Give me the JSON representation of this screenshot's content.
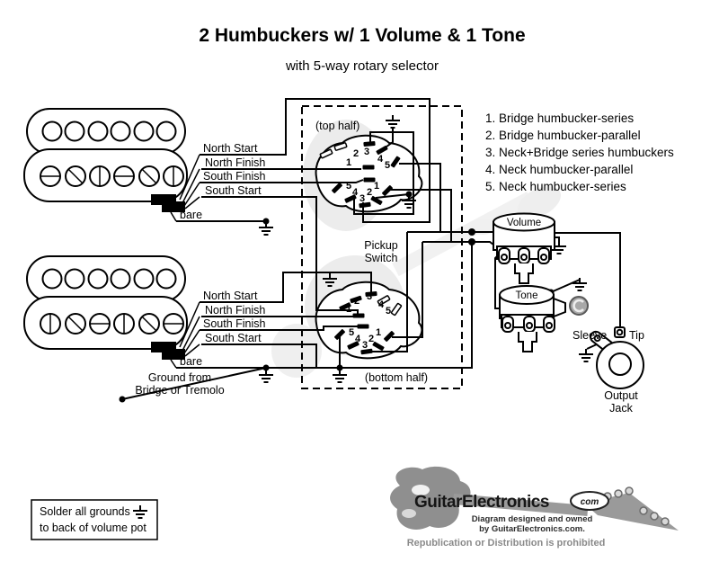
{
  "title": "2 Humbuckers w/ 1 Volume & 1 Tone",
  "subtitle": "with 5-way rotary selector",
  "selector_positions": [
    "1. Bridge humbucker-series",
    "2. Bridge humbucker-parallel",
    "3. Neck+Bridge series humbuckers",
    "4. Neck humbucker-parallel",
    "5. Neck humbucker-series"
  ],
  "neck_pickup": {
    "wire_labels": [
      "North Start",
      "North Finish",
      "South Finish",
      "South Start",
      "bare"
    ]
  },
  "bridge_pickup": {
    "wire_labels": [
      "North Start",
      "North Finish",
      "South Finish",
      "South Start",
      "bare"
    ],
    "ground_note": [
      "Ground from",
      "Bridge or Tremolo"
    ]
  },
  "pickup_switch": {
    "name": [
      "Pickup",
      "Switch"
    ],
    "top_half_label": "(top half)",
    "bottom_half_label": "(bottom half)",
    "top_half": {
      "upper_terminals": [
        "1",
        "2",
        "3",
        "4",
        "5"
      ],
      "lower_terminals": [
        "5",
        "4",
        "3",
        "2",
        "1"
      ]
    },
    "bottom_half": {
      "upper_terminals": [
        "1",
        "2",
        "3",
        "4",
        "5"
      ],
      "lower_terminals": [
        "5",
        "4",
        "3",
        "2",
        "1"
      ]
    }
  },
  "controls": {
    "volume_label": "Volume",
    "tone_label": "Tone"
  },
  "output_jack": {
    "sleeve_label": "Sleeve",
    "tip_label": "Tip",
    "caption": [
      "Output",
      "Jack"
    ]
  },
  "note_box": {
    "lines": [
      "Solder all grounds",
      "to back of volume pot"
    ]
  },
  "branding": {
    "logo_text": "GuitarElectronics",
    "logo_badge": "com",
    "credit_lines": [
      "Diagram designed and owned",
      "by GuitarElectronics.com."
    ],
    "notice": "Republication or Distribution is prohibited"
  },
  "colors": {
    "ink": "#000000",
    "background": "#ffffff",
    "watermark": "#e6e6e6",
    "logo_gray": "#909090",
    "notice_gray": "#8a8a8a"
  }
}
